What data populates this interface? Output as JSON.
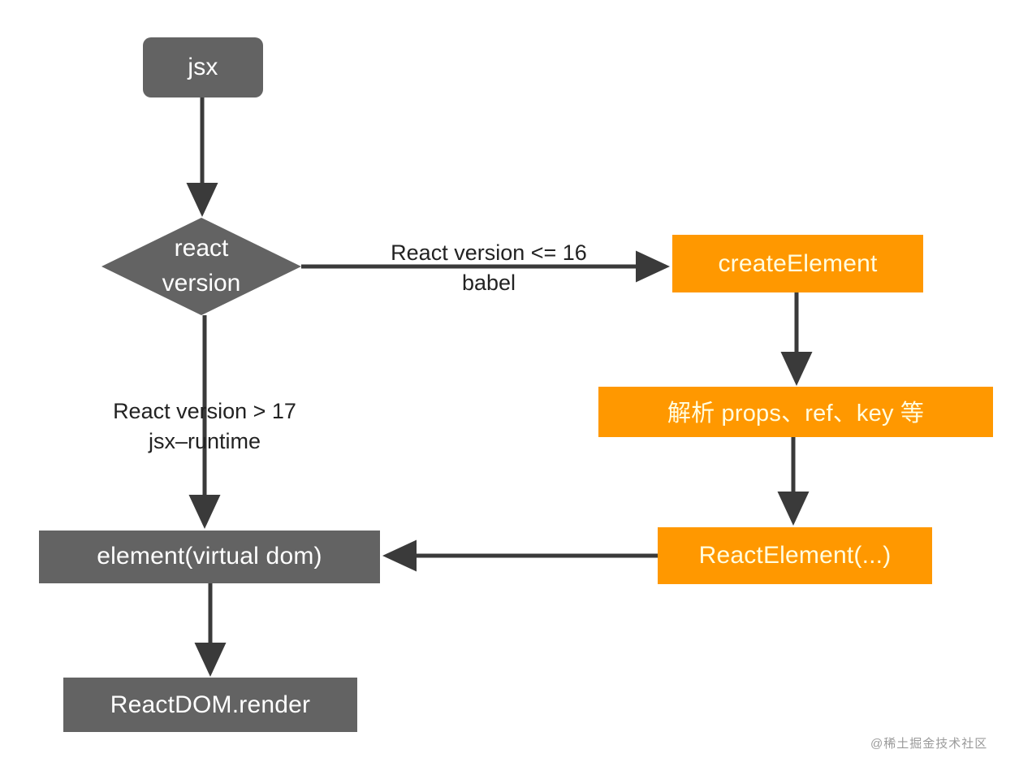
{
  "diagram": {
    "type": "flowchart",
    "title": "React JSX to ReactDOM.render flow",
    "colors": {
      "gray_node": "#636363",
      "orange_node": "#ff9800",
      "gray_node_text": "#ffffff",
      "orange_node_text": "#fffde0",
      "edge": "#3a3a3a",
      "edge_label_text": "#222222",
      "background": "#ffffff",
      "watermark": "#9a9a9a"
    },
    "nodes": [
      {
        "id": "jsx",
        "label": "jsx",
        "shape": "rounded-rect",
        "fill": "gray"
      },
      {
        "id": "react-version",
        "label": "react version",
        "line1": "react",
        "line2": "version",
        "shape": "diamond",
        "fill": "gray"
      },
      {
        "id": "create-element",
        "label": "createElement",
        "shape": "rect",
        "fill": "orange"
      },
      {
        "id": "parse-props",
        "label": "解析 props、ref、key 等",
        "shape": "rect",
        "fill": "orange"
      },
      {
        "id": "react-element",
        "label": "ReactElement(...)",
        "shape": "rect",
        "fill": "orange"
      },
      {
        "id": "element-virtual-dom",
        "label": "element(virtual dom)",
        "shape": "rect",
        "fill": "gray"
      },
      {
        "id": "reactdom-render",
        "label": "ReactDOM.render",
        "shape": "rect",
        "fill": "gray"
      }
    ],
    "edges": [
      {
        "id": "jsx-to-version",
        "from": "jsx",
        "to": "react-version",
        "label": ""
      },
      {
        "id": "version-to-create-element",
        "from": "react-version",
        "to": "create-element",
        "label_line1": "React version <= 16",
        "label_line2": "babel"
      },
      {
        "id": "version-to-element",
        "from": "react-version",
        "to": "element-virtual-dom",
        "label_line1": "React version > 17",
        "label_line2": "jsx–runtime"
      },
      {
        "id": "create-element-to-parse",
        "from": "create-element",
        "to": "parse-props",
        "label": ""
      },
      {
        "id": "parse-to-react-element",
        "from": "parse-props",
        "to": "react-element",
        "label": ""
      },
      {
        "id": "react-element-to-element",
        "from": "react-element",
        "to": "element-virtual-dom",
        "label": ""
      },
      {
        "id": "element-to-render",
        "from": "element-virtual-dom",
        "to": "reactdom-render",
        "label": ""
      }
    ]
  },
  "watermark": {
    "text": "@稀土掘金技术社区"
  }
}
